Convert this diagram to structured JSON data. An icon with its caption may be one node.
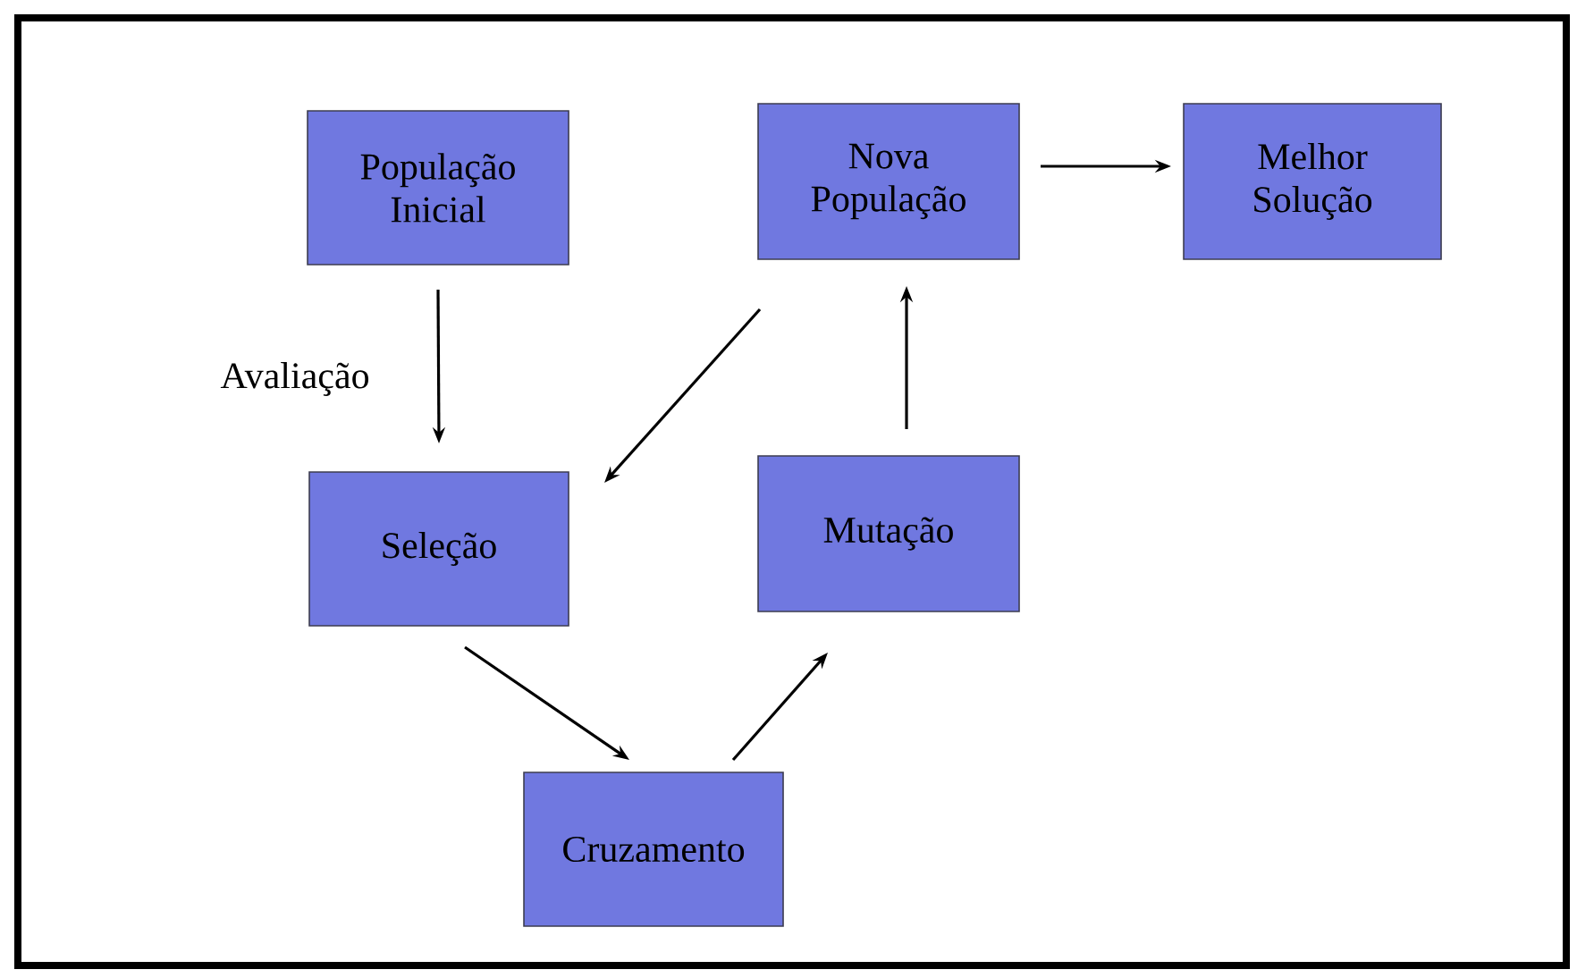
{
  "diagram": {
    "nodes": [
      {
        "text": [
          "População Inicial"
        ]
      },
      {
        "text": [
          "Nova População"
        ]
      },
      {
        "text": [
          "Melhor Solução"
        ]
      },
      {
        "text": [
          "Seleção"
        ]
      },
      {
        "text": [
          "Mutação"
        ]
      },
      {
        "text": [
          "Cruzamento"
        ]
      }
    ],
    "edges": [
      {
        "from": 0,
        "to": 3,
        "arrow": "to",
        "label": "Avaliação"
      },
      {
        "from": 1,
        "to": 3,
        "arrow": "to"
      },
      {
        "from": 3,
        "to": 5,
        "arrow": "to"
      },
      {
        "from": 5,
        "to": 4,
        "arrow": "to"
      },
      {
        "from": 4,
        "to": 1,
        "arrow": "to"
      },
      {
        "from": 1,
        "to": 2,
        "arrow": "to"
      }
    ]
  }
}
